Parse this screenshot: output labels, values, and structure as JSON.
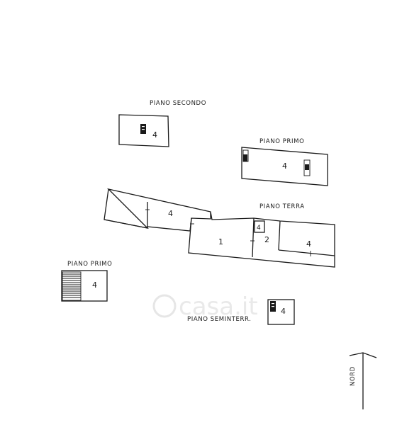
{
  "floors": {
    "secondo": {
      "label": "PIANO SECONDO",
      "room": "4"
    },
    "primo_right": {
      "label": "PIANO PRIMO",
      "room": "4"
    },
    "terra": {
      "label": "PIANO TERRA",
      "room_left": "4",
      "room_1": "1",
      "room_2": "2",
      "room_stair": "4",
      "room_right": "4"
    },
    "primo_left": {
      "label": "PIANO PRIMO",
      "room": "4"
    },
    "seminterr": {
      "label": "PIANO SEMINTERR.",
      "room": "4"
    }
  },
  "compass": {
    "label": "NORD"
  },
  "watermark": {
    "text": "casa.it"
  }
}
